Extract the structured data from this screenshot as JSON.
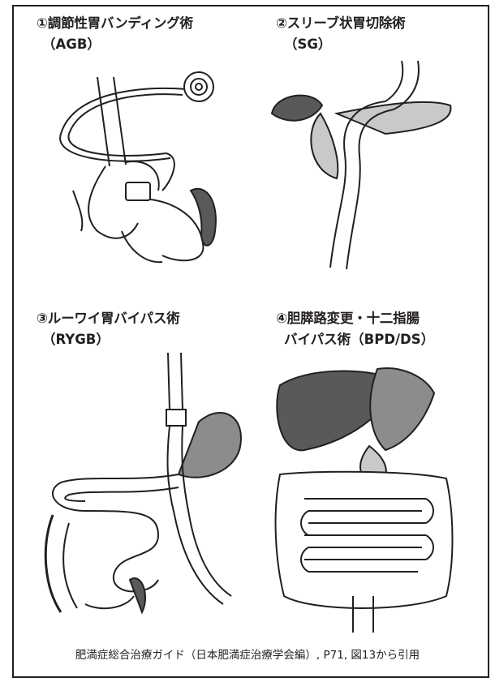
{
  "panels": [
    {
      "title": "①調節性胃バンディング術",
      "subtitle": "（AGB）"
    },
    {
      "title": "②スリーブ状胃切除術",
      "subtitle": "（SG）"
    },
    {
      "title": "③ルーワイ胃バイパス術",
      "subtitle": "（RYGB）"
    },
    {
      "title": "④胆膵路変更・十二指腸",
      "subtitle": "バイパス術（BPD/DS）"
    }
  ],
  "caption": "肥満症総合治療ガイド（日本肥満症治療学会編）, P71, 図13から引用",
  "colors": {
    "line": "#231f20",
    "dark_organ": "#595959",
    "mid_organ": "#8c8c8c",
    "light_organ": "#c9c9c9"
  }
}
